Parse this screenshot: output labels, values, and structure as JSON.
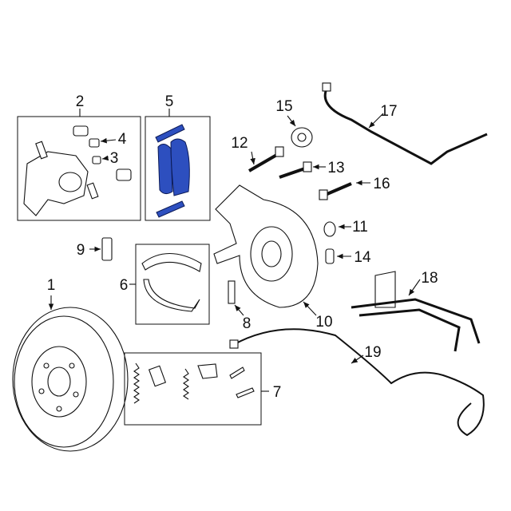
{
  "diagram": {
    "highlight_color": "#2d4fbf",
    "callouts": {
      "c1": "1",
      "c2": "2",
      "c3": "3",
      "c4": "4",
      "c5": "5",
      "c6": "6",
      "c7": "7",
      "c8": "8",
      "c9": "9",
      "c10": "10",
      "c11": "11",
      "c12": "12",
      "c13": "13",
      "c14": "14",
      "c15": "15",
      "c16": "16",
      "c17": "17",
      "c18": "18",
      "c19": "19"
    }
  }
}
